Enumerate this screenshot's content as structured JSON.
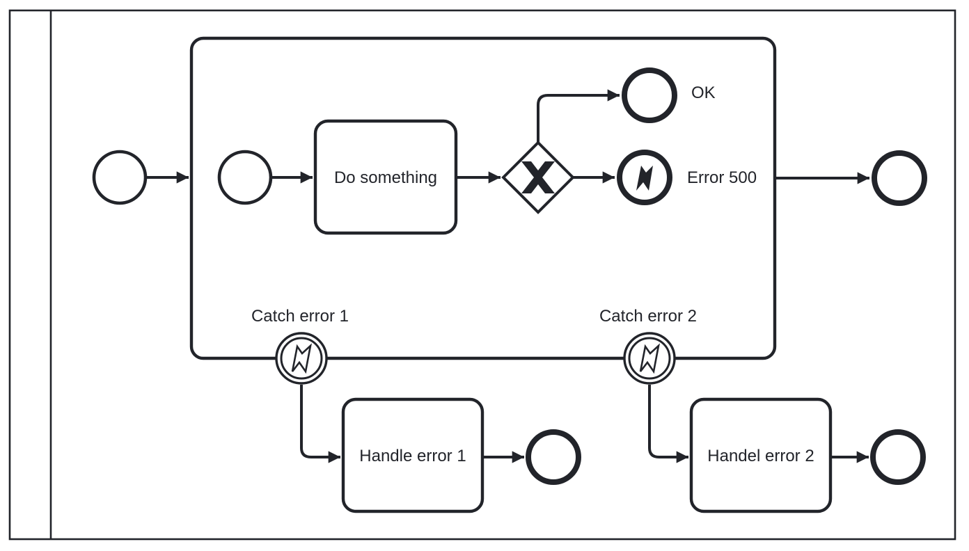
{
  "colors": {
    "stroke": "#22242A",
    "shape_fill": "#FFFFFF",
    "background": "#FFFFFF"
  },
  "pool": {
    "label": ""
  },
  "labels": {
    "do_something": "Do something",
    "ok": "OK",
    "error_500": "Error 500",
    "catch_error_1": "Catch error 1",
    "catch_error_2": "Catch error 2",
    "handle_error_1": "Handle error 1",
    "handle_error_2": "Handel error 2"
  },
  "icons": {
    "error_end": "lightning-bolt-filled",
    "error_catch": "lightning-bolt-outline",
    "gateway_marker": "x-marker"
  }
}
